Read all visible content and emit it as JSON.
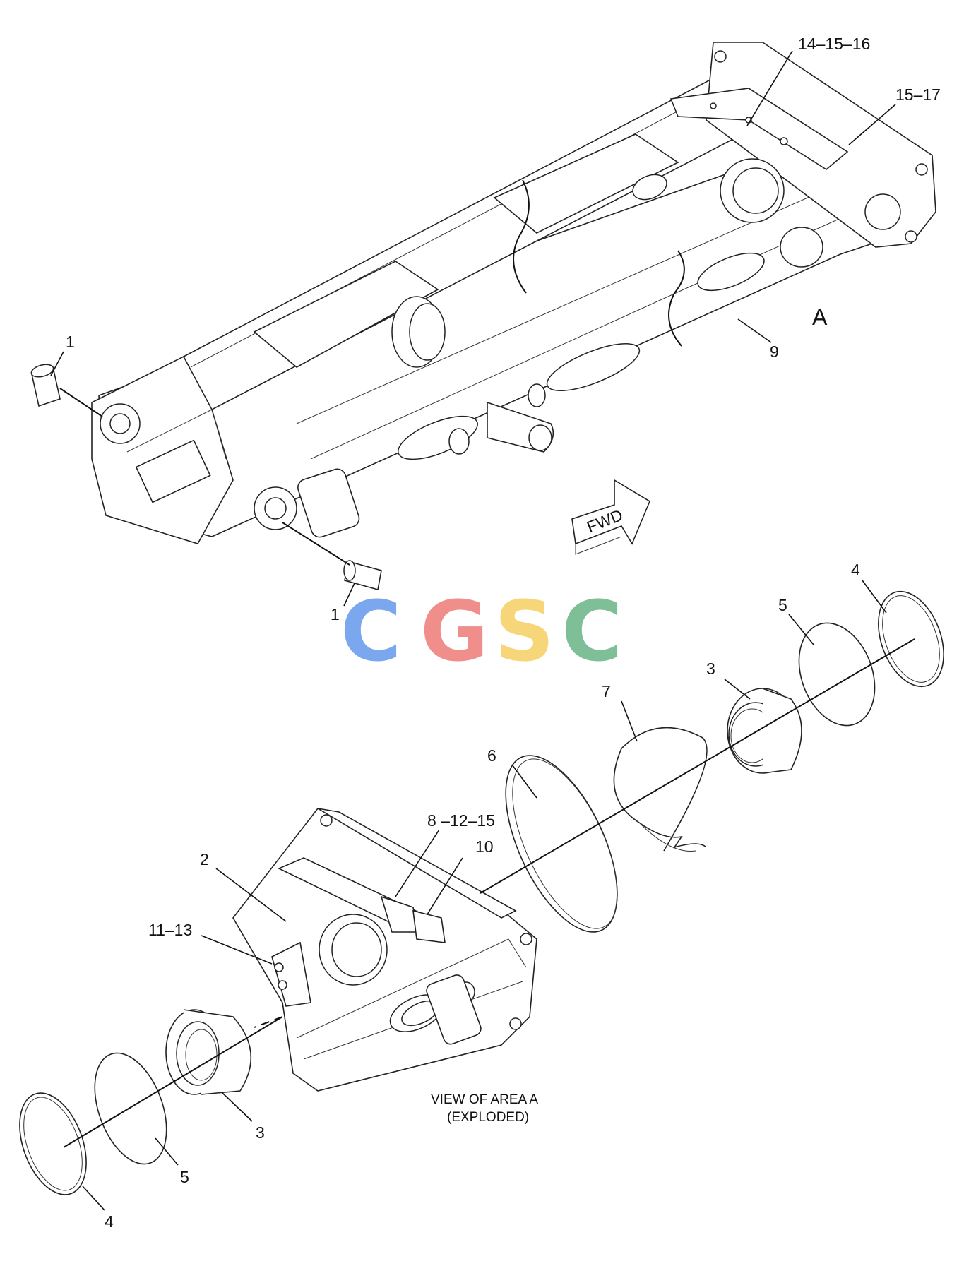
{
  "callouts": {
    "c1a": "1",
    "c1b": "1",
    "c14_15_16": "14–15–16",
    "c15_17": "15–17",
    "c9": "9",
    "cA": "A",
    "c4a": "4",
    "c5a": "5",
    "c3a": "3",
    "c7": "7",
    "c6": "6",
    "c8_12_15": "8 –12–15",
    "c10": "10",
    "c2": "2",
    "c11_13": "11–13",
    "c3b": "3",
    "c5b": "5",
    "c4b": "4"
  },
  "arrow_label": "FWD",
  "caption": {
    "line1": "VIEW OF AREA A",
    "line2": "(EXPLODED)"
  },
  "watermark": {
    "letters": [
      "C",
      "G",
      "S",
      "C"
    ],
    "colors": [
      "#7aa7ee",
      "#ef8e8a",
      "#f7d67a",
      "#7fbf98"
    ]
  }
}
